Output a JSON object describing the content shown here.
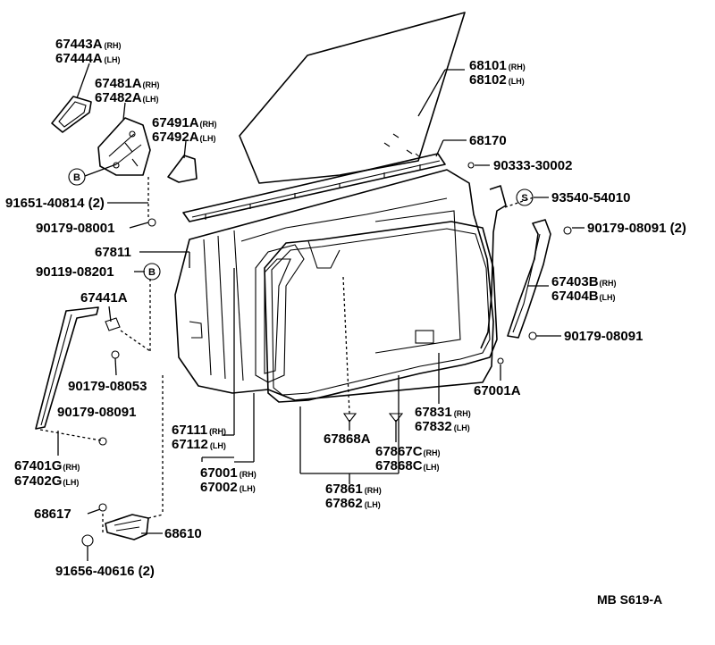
{
  "labels": {
    "p67443a": "67443A",
    "p67443a_sfx": "(RH)",
    "p67444a": "67444A",
    "p67444a_sfx": "(LH)",
    "p67481a": "67481A",
    "p67481a_sfx": "(RH)",
    "p67482a": "67482A",
    "p67482a_sfx": "(LH)",
    "p67491a": "67491A",
    "p67491a_sfx": "(RH)",
    "p67492a": "67492A",
    "p67492a_sfx": "(LH)",
    "circle_b": "B",
    "circle_s": "S",
    "p91651": "91651-40814 (2)",
    "p90179_08001": "90179-08001",
    "p67811": "67811",
    "p90119": "90119-08201",
    "p67441a": "67441A",
    "p90179_08053": "90179-08053",
    "p90179_08091_left": "90179-08091",
    "p67401g": "67401G",
    "p67401g_sfx": "(RH)",
    "p67402g": "67402G",
    "p67402g_sfx": "(LH)",
    "p68617": "68617",
    "p68610": "68610",
    "p91656": "91656-40616 (2)",
    "p67111": "67111",
    "p67111_sfx": "(RH)",
    "p67112": "67112",
    "p67112_sfx": "(LH)",
    "p67001": "67001",
    "p67001_sfx": "(RH)",
    "p67002": "67002",
    "p67002_sfx": "(LH)",
    "p67868a": "67868A",
    "p67867c": "67867C",
    "p67867c_sfx": "(RH)",
    "p67868c": "67868C",
    "p67868c_sfx": "(LH)",
    "p67861": "67861",
    "p67861_sfx": "(RH)",
    "p67862": "67862",
    "p67862_sfx": "(LH)",
    "p67831": "67831",
    "p67831_sfx": "(RH)",
    "p67832": "67832",
    "p67832_sfx": "(LH)",
    "p67001a": "67001A",
    "p68101": "68101",
    "p68101_sfx": "(RH)",
    "p68102": "68102",
    "p68102_sfx": "(LH)",
    "p68170": "68170",
    "p90333": "90333-30002",
    "p93540": "93540-54010",
    "p90179_08091_2": "90179-08091 (2)",
    "p67403b": "67403B",
    "p67403b_sfx": "(RH)",
    "p67404b": "67404B",
    "p67404b_sfx": "(LH)",
    "p90179_08091_right": "90179-08091",
    "footer_code": "MB  S619-A"
  }
}
